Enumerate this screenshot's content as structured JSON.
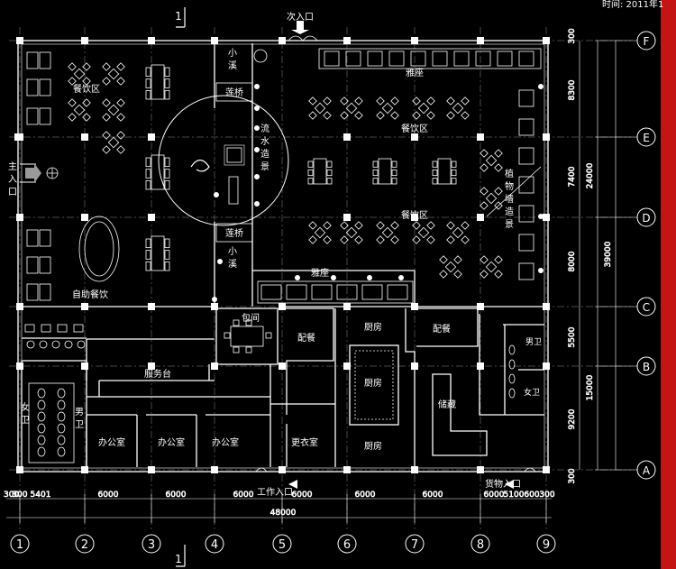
{
  "header": {
    "time_label": "时间: 2011年1"
  },
  "section_mark": "1",
  "entrances": {
    "secondary": "次入口",
    "main_line1": "主",
    "main_line2": "入",
    "main_line3": "口",
    "staff": "工作入口",
    "cargo": "货物入口"
  },
  "rooms": {
    "dining_a": "餐饮区",
    "dining_b": "餐饮区",
    "dining_c": "餐饮区",
    "buffet": "自助餐饮",
    "booth_top": "雅座",
    "booth_mid": "雅座",
    "private_room": "包间",
    "service_desk": "服务台",
    "prep_left": "配餐",
    "prep_right": "配餐",
    "kitchen_top": "厨房",
    "kitchen_center": "厨房",
    "kitchen_bottom": "厨房",
    "storage": "储藏",
    "office_1": "办公室",
    "office_2": "办公室",
    "office_3": "办公室",
    "locker_room": "更衣室",
    "female_wc": "女卫",
    "male_wc_left": "男卫",
    "male_wc_right": "男卫",
    "female_wc_right": "女卫",
    "stream_top": "小溪",
    "stream_bottom": "小溪",
    "lotus_bridge_top": "莲桥",
    "lotus_bridge_bottom": "莲桥",
    "water_feature": "流水造景",
    "plant_wall": "植物墙造景"
  },
  "grid_columns": [
    "1",
    "2",
    "3",
    "4",
    "5",
    "6",
    "7",
    "8",
    "9"
  ],
  "grid_rows": [
    "F",
    "E",
    "D",
    "C",
    "B",
    "A"
  ],
  "dims_bottom": [
    "300",
    "300",
    "5401",
    "6000",
    "6000",
    "6000",
    "6000",
    "6000",
    "6000",
    "6000",
    "5100",
    "600",
    "300"
  ],
  "dim_total_width": "48000",
  "dims_right": [
    "300",
    "8300",
    "7400",
    "8000",
    "5500",
    "9200",
    "300"
  ],
  "dims_right_group": [
    "24000",
    "15000"
  ],
  "dim_total_height": "39000",
  "colors": {
    "background": "#000000",
    "lines": "#ffffff",
    "accent_strip": "#c41414"
  }
}
